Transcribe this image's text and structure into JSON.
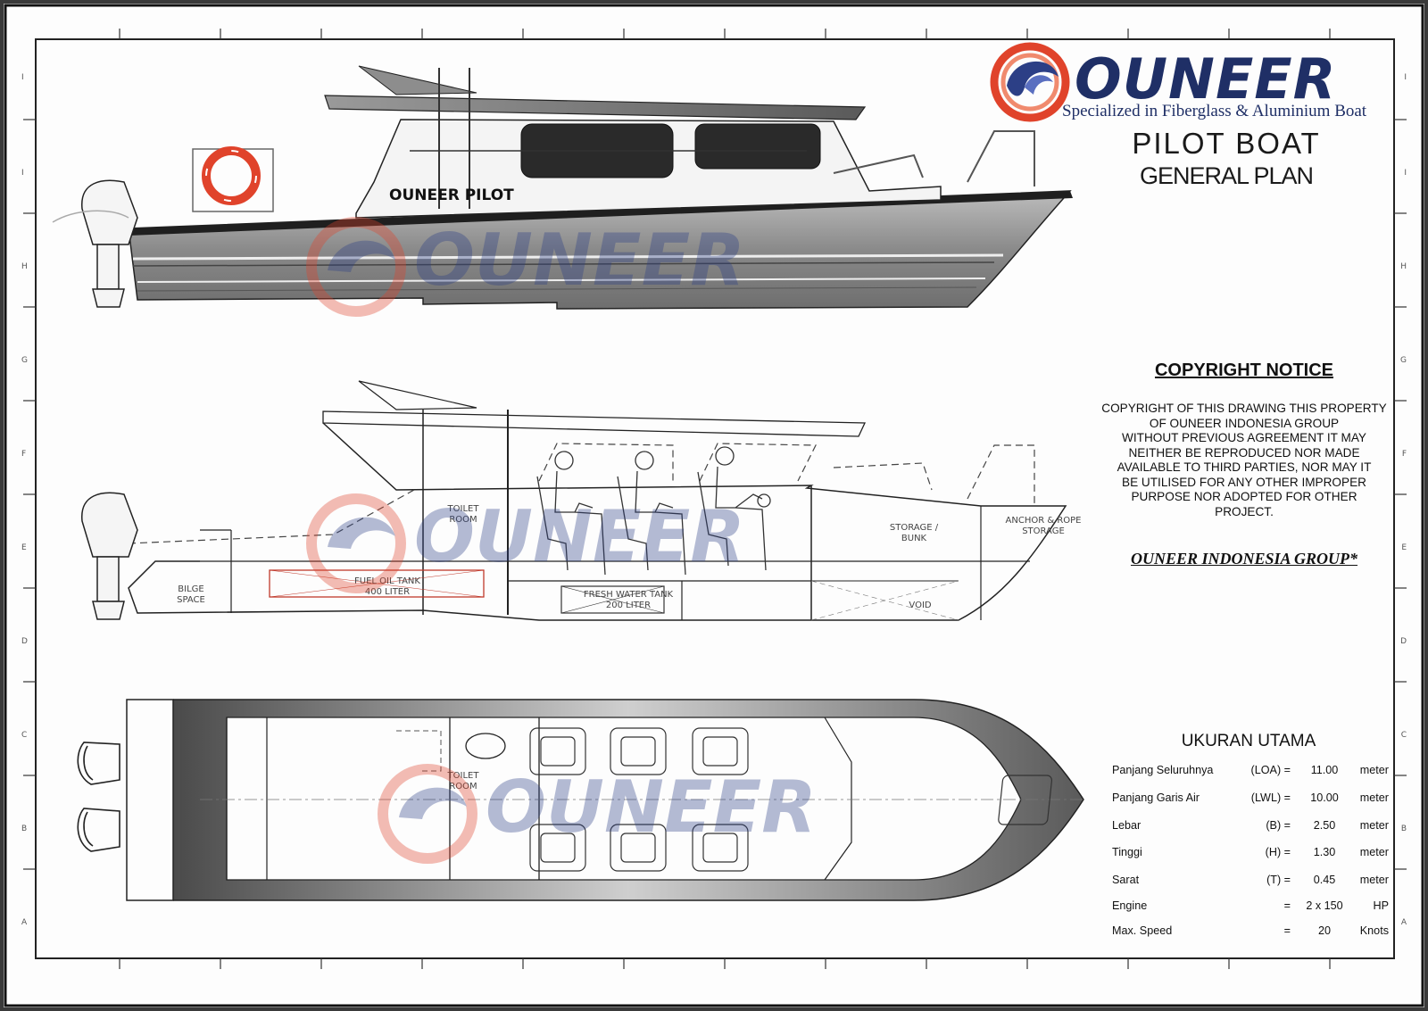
{
  "brand": {
    "name": "OUNEER",
    "tagline": "Specialized in Fiberglass & Aluminium Boat"
  },
  "title": {
    "main": "PILOT BOAT",
    "sub": "GENERAL PLAN"
  },
  "hull_name": "OUNEER PILOT",
  "copyright": {
    "heading": "COPYRIGHT NOTICE",
    "lines": [
      "COPYRIGHT OF THIS DRAWING THIS PROPERTY",
      "OF OUNEER INDONESIA GROUP",
      "WITHOUT PREVIOUS AGREEMENT IT MAY",
      "NEITHER BE REPRODUCED NOR MADE",
      "AVAILABLE TO THIRD PARTIES, NOR MAY IT",
      "BE UTILISED FOR ANY OTHER IMPROPER",
      "PURPOSE NOR ADOPTED FOR OTHER",
      "PROJECT."
    ],
    "org": "OUNEER INDONESIA GROUP*"
  },
  "specs": {
    "heading": "UKURAN UTAMA",
    "rows": [
      {
        "label": "Panjang Seluruhnya",
        "symbol": "(LOA) =",
        "value": "11.00",
        "unit": "meter"
      },
      {
        "label": "Panjang Garis Air",
        "symbol": "(LWL) =",
        "value": "10.00",
        "unit": "meter"
      },
      {
        "label": "Lebar",
        "symbol": "(B) =",
        "value": "2.50",
        "unit": "meter"
      },
      {
        "label": "Tinggi",
        "symbol": "(H) =",
        "value": "1.30",
        "unit": "meter"
      },
      {
        "label": "Sarat",
        "symbol": "(T) =",
        "value": "0.45",
        "unit": "meter"
      },
      {
        "label": "Engine",
        "symbol": "=",
        "value": "2 x 150",
        "unit": "HP"
      },
      {
        "label": "Max. Speed",
        "symbol": "=",
        "value": "20",
        "unit": "Knots"
      }
    ]
  },
  "profile_labels": {
    "toilet": "TOILET ROOM",
    "bilge": "BILGE SPACE",
    "fuel": "FUEL OIL TANK 400 LITER",
    "water": "FRESH WATER TANK 200 LITER",
    "storage": "STORAGE / BUNK",
    "anchor": "ANCHOR & ROPE STORAGE",
    "void": "VOID"
  },
  "plan_labels": {
    "toilet": "TOILET ROOM"
  },
  "zones_left": [
    "I",
    "I",
    "H",
    "G",
    "F",
    "E",
    "D",
    "C",
    "B",
    "A"
  ],
  "colors": {
    "brand_blue": "#1f2f66",
    "brand_red": "#e0432b",
    "hull_gray": "#7d7d7d",
    "fuel_red": "#c0392b"
  }
}
